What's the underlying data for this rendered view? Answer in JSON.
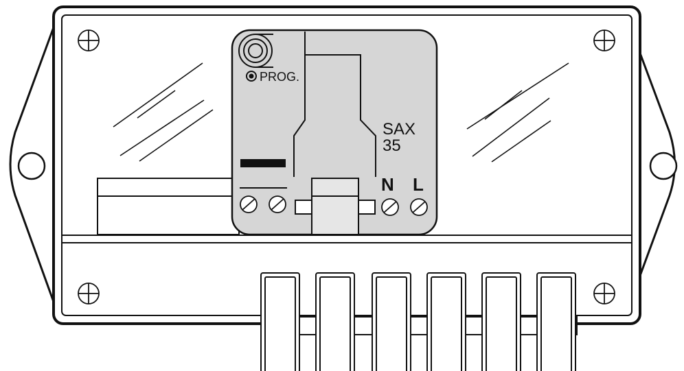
{
  "labels": {
    "prog": "PROG.",
    "model_line1": "SAX",
    "model_line2": "35",
    "terminal_n": "N",
    "terminal_l": "L"
  },
  "colors": {
    "line": "#111111",
    "module_fill": "#d6d6d6",
    "background": "#ffffff"
  }
}
